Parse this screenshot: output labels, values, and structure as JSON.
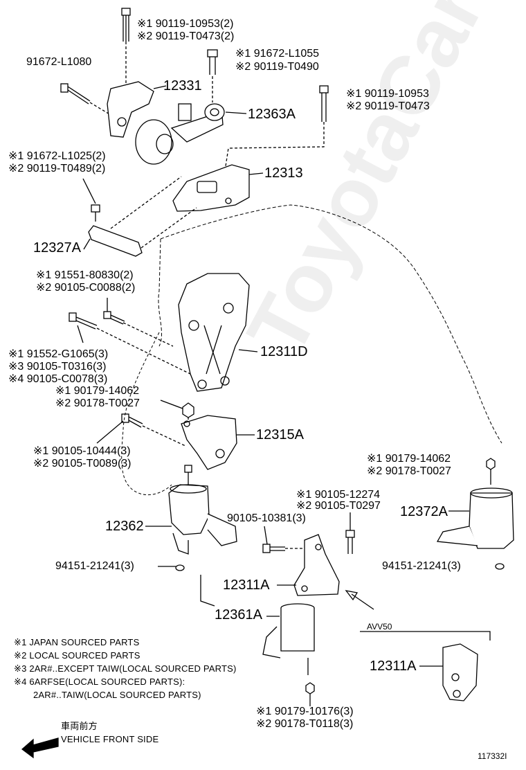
{
  "watermark": "ToyotaCarMine.ru",
  "parts": {
    "bolt_top_1": "※1 90119-10953(2)",
    "bolt_top_2": "※2 90119-T0473(2)",
    "p91672_L1080": "91672-L1080",
    "bolt_mid_1": "※1 91672-L1055",
    "bolt_mid_2": "※2 90119-T0490",
    "p12331": "12331",
    "bolt_right_1": "※1 90119-10953",
    "bolt_right_2": "※2 90119-T0473",
    "p12363A": "12363A",
    "bolt_left_1": "※1 91672-L1025(2)",
    "bolt_left_2": "※2 90119-T0489(2)",
    "p12313": "12313",
    "p12327A": "12327A",
    "bolt_brk_1": "※1 91551-80830(2)",
    "bolt_brk_2": "※2 90105-C0088(2)",
    "bolt_side_1": "※1 91552-G1065(3)",
    "bolt_side_3": "※3 90105-T0316(3)",
    "bolt_side_4": "※4 90105-C0078(3)",
    "p12311D": "12311D",
    "nut_1": "※1 90179-14062",
    "nut_2": "※2 90178-T0027",
    "p12315A": "12315A",
    "bolt_low_1": "※1 90105-10444(3)",
    "bolt_low_2": "※2 90105-T0089(3)",
    "nut_r_1": "※1 90179-14062",
    "nut_r_2": "※2 90178-T0027",
    "bolt_c_1": "※1 90105-12274",
    "bolt_c_2": "※2 90105-T0297",
    "p12372A": "12372A",
    "p12362": "12362",
    "p90105_10381": "90105-10381(3)",
    "p94151_left": "94151-21241(3)",
    "p94151_right": "94151-21241(3)",
    "p12311A": "12311A",
    "p12361A": "12361A",
    "avv50": "AVV50",
    "p12311A_avv": "12311A",
    "nut_b_1": "※1 90179-10176(3)",
    "nut_b_2": "※2 90178-T0118(3)"
  },
  "notes": [
    "※1 JAPAN SOURCED PARTS",
    "※2 LOCAL SOURCED PARTS",
    "※3 2AR#..EXCEPT TAIW(LOCAL SOURCED PARTS)",
    "※4 6ARFSE(LOCAL SOURCED PARTS):",
    "2AR#..TAIW(LOCAL SOURCED PARTS)"
  ],
  "front": {
    "jp": "車両前方",
    "en": "VEHICLE FRONT SIDE"
  },
  "diagram_id": "117332I"
}
